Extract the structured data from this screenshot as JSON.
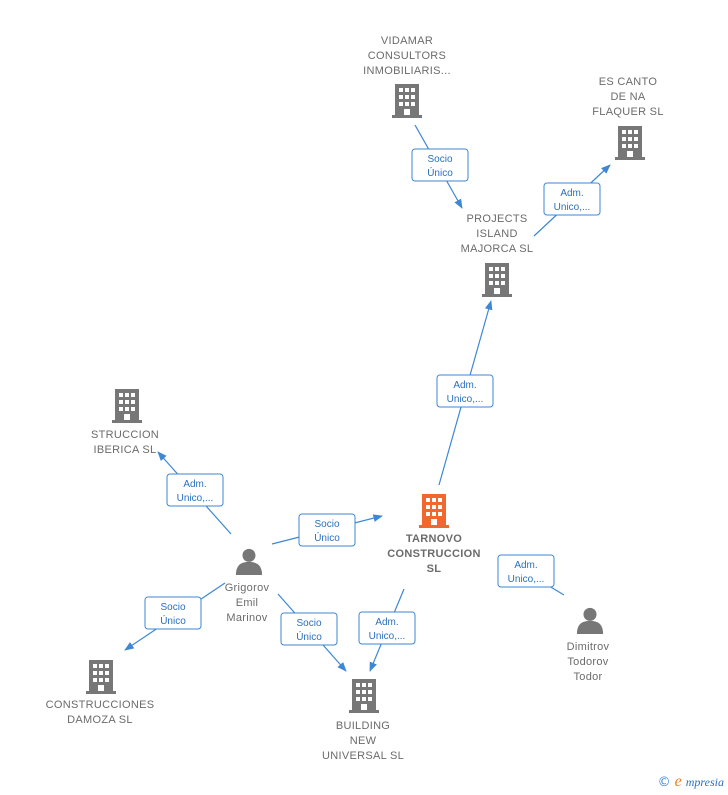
{
  "colors": {
    "edge": "#3d87d4",
    "node_icon": "#777777",
    "main_icon": "#f2672e",
    "label_text": "#6b6b6b"
  },
  "nodes": [
    {
      "id": "vidamar",
      "type": "company",
      "label_lines": [
        "VIDAMAR",
        "CONSULTORS",
        "INMOBILIARIS..."
      ],
      "label_pos": "above"
    },
    {
      "id": "escanto",
      "type": "company",
      "label_lines": [
        "ES CANTO",
        "DE NA",
        "FLAQUER  SL"
      ],
      "label_pos": "above"
    },
    {
      "id": "projects",
      "type": "company",
      "label_lines": [
        "PROJECTS",
        "ISLAND",
        "MAJORCA  SL"
      ],
      "label_pos": "above"
    },
    {
      "id": "struccion",
      "type": "company",
      "label_lines": [
        "STRUCCION",
        "IBERICA  SL"
      ],
      "label_pos": "below"
    },
    {
      "id": "tarnovo",
      "type": "company",
      "main": true,
      "label_lines": [
        "TARNOVO",
        "CONSTRUCCION",
        "SL"
      ],
      "label_pos": "below"
    },
    {
      "id": "grigorov",
      "type": "person",
      "label_lines": [
        "Grigorov",
        "Emil",
        "Marinov"
      ],
      "label_pos": "below"
    },
    {
      "id": "dimitrov",
      "type": "person",
      "label_lines": [
        "Dimitrov",
        "Todorov",
        "Todor"
      ],
      "label_pos": "below"
    },
    {
      "id": "damoza",
      "type": "company",
      "label_lines": [
        "CONSTRUCCIONES",
        "DAMOZA  SL"
      ],
      "label_pos": "below"
    },
    {
      "id": "building",
      "type": "company",
      "label_lines": [
        "BUILDING",
        "NEW",
        "UNIVERSAL  SL"
      ],
      "label_pos": "below"
    }
  ],
  "edges": [
    {
      "from": "vidamar",
      "to": "projects",
      "label_lines": [
        "Socio",
        "Único"
      ]
    },
    {
      "from": "projects",
      "to": "escanto",
      "label_lines": [
        "Adm.",
        "Unico,..."
      ]
    },
    {
      "from": "tarnovo",
      "to": "projects",
      "label_lines": [
        "Adm.",
        "Unico,..."
      ]
    },
    {
      "from": "grigorov",
      "to": "struccion",
      "label_lines": [
        "Adm.",
        "Unico,..."
      ]
    },
    {
      "from": "grigorov",
      "to": "tarnovo",
      "label_lines": [
        "Socio",
        "Único"
      ]
    },
    {
      "from": "dimitrov",
      "to": "tarnovo",
      "label_lines": [
        "Adm.",
        "Unico,..."
      ]
    },
    {
      "from": "grigorov",
      "to": "damoza",
      "label_lines": [
        "Socio",
        "Único"
      ]
    },
    {
      "from": "grigorov",
      "to": "building",
      "label_lines": [
        "Socio",
        "Único"
      ]
    },
    {
      "from": "tarnovo",
      "to": "building",
      "label_lines": [
        "Adm.",
        "Unico,..."
      ]
    }
  ],
  "brand": {
    "copyright": "©",
    "initial": "e",
    "name": "mpresia"
  }
}
